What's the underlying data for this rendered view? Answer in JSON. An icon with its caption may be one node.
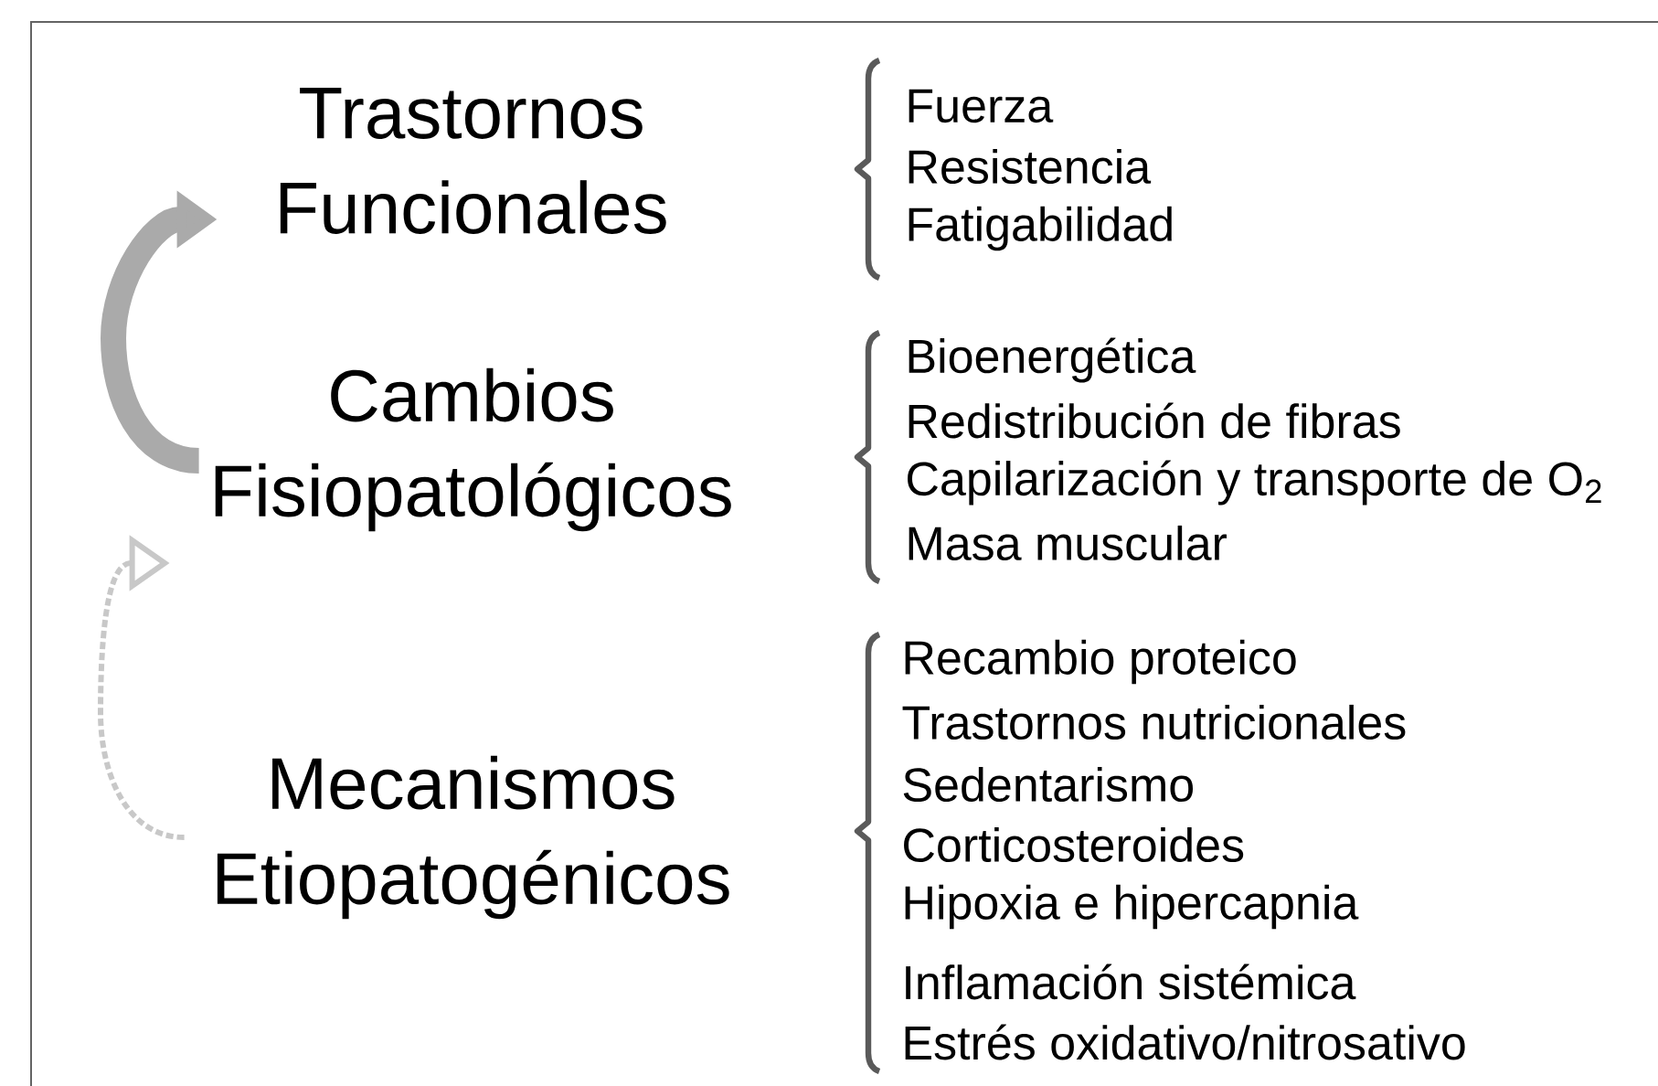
{
  "diagram": {
    "nodes": [
      {
        "text": [
          "Trastornos Funcionales"
        ]
      },
      {
        "text": [
          "Cambios Fisiopatológicos"
        ]
      },
      {
        "text": [
          "Mecanismos Etiopatogénicos"
        ]
      }
    ],
    "edges": [
      {
        "from": 1,
        "to": 0,
        "arrow": "to",
        "style": "thick"
      },
      {
        "from": 2,
        "to": 1,
        "arrow": "to",
        "style": "dashed"
      }
    ],
    "labels": [
      "Fuerza",
      "Resistencia",
      "Fatigabilidad",
      "Bioenergética",
      "Redistribución de fibras",
      "Capilarización y transporte de O$_{2}$",
      "Masa muscular",
      "Recambio proteico",
      "Trastornos nutricionales",
      "Sedentarismo",
      "Corticosteroides",
      "Hipoxia e hipercapnia",
      "Inflamación sistémica",
      "Estrés oxidativo/nitrosativo"
    ]
  }
}
